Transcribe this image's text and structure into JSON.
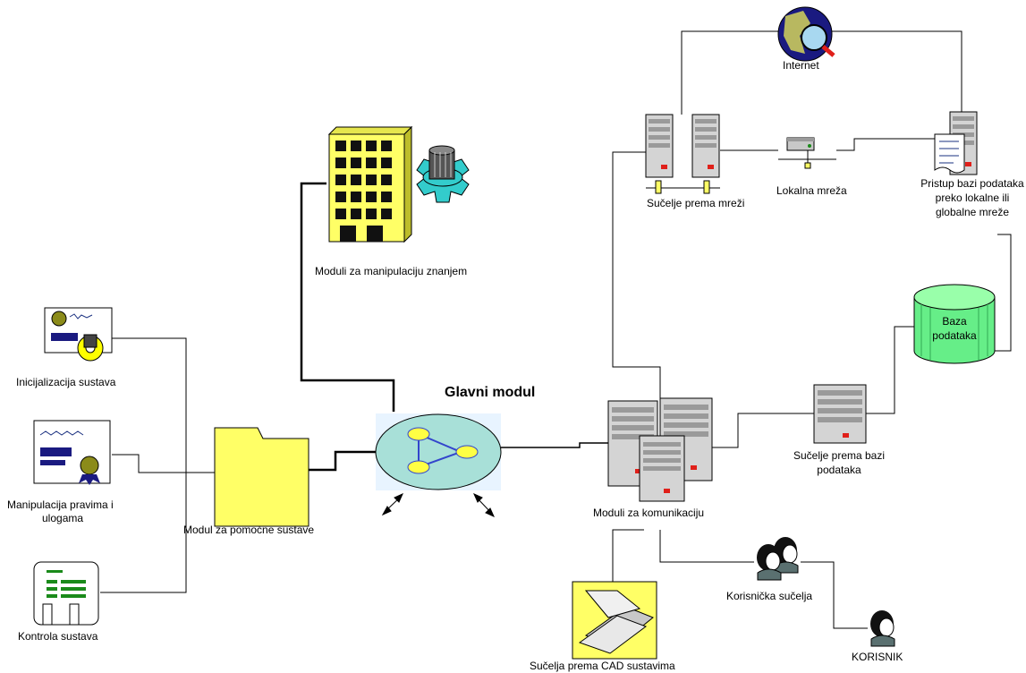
{
  "diagram": {
    "main_title": "Glavni modul",
    "knowledge_modules": "Moduli za manipulaciju znanjem",
    "init": "Inicijalizacija sustava",
    "rights_line1": "Manipulacija pravima i",
    "rights_line2": "ulogama",
    "control": "Kontrola sustava",
    "helper_module": "Modul za pomoćne sustave",
    "internet": "Internet",
    "network_interface": "Sučelje prema mreži",
    "local_network": "Lokalna mreža",
    "db_access_line1": "Pristup bazi podataka",
    "db_access_line2": "preko lokalne ili",
    "db_access_line3": "globalne mreže",
    "db_line1": "Baza",
    "db_line2": "podataka",
    "db_interface_line1": "Sučelje prema bazi",
    "db_interface_line2": "podataka",
    "comm_modules": "Moduli za komunikaciju",
    "user_interfaces": "Korisnička sučelja",
    "user": "KORISNIK",
    "cad_interfaces": "Sučelja prema CAD sustavima"
  },
  "colors": {
    "building": "#ffff66",
    "gear": "#33cccc",
    "folder": "#ffff66",
    "main_disc": "#a8e0d8",
    "database": "#66ee88",
    "server": "#c8c8c8",
    "accent_red": "#e0201a"
  },
  "icons": [
    "building-icon",
    "gear-icon",
    "certificate-icon",
    "folder-icon",
    "network-hub-icon",
    "server-icon",
    "globe-icon",
    "scanner-icon",
    "person-icon",
    "database-icon",
    "document-icon"
  ]
}
